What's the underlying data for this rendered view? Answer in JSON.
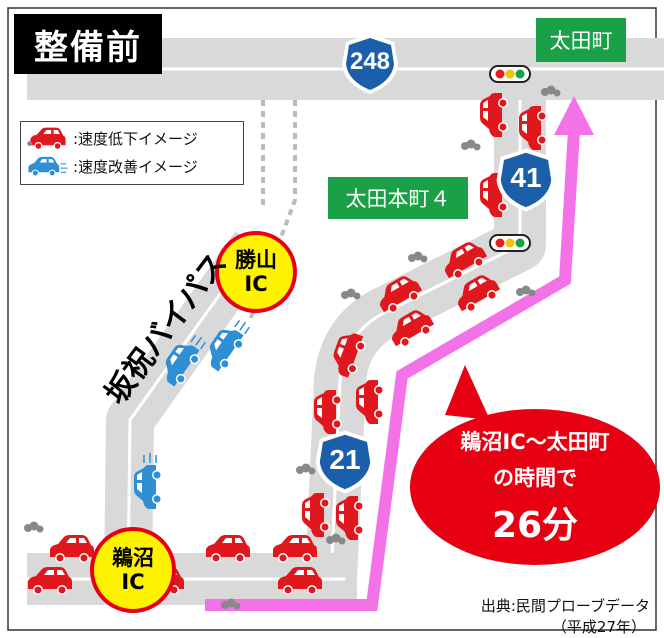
{
  "title": "整備前",
  "route_badges": {
    "r248": "248",
    "r41": "41",
    "r21": "21"
  },
  "labels": {
    "ota_machi": "太田町",
    "ota_honmachi4": "太田本町４",
    "bypass": "坂祝バイパス",
    "katsuyama_ic": [
      "勝山",
      "IC"
    ],
    "unuma_ic": [
      "鵜沼",
      "IC"
    ]
  },
  "legend": {
    "slowdown": ":速度低下イメージ",
    "improved": ":速度改善イメージ"
  },
  "callout": {
    "line1": "鵜沼IC～太田町",
    "line2": "の時間で",
    "line3": "26分"
  },
  "source": {
    "line1": "出典:民間プローブデータ",
    "line2": "（平成27年）"
  },
  "colors": {
    "road": "#d9d9d9",
    "route_badge": "#1b5ea9",
    "green_label": "#1aa046",
    "car_slow": "#e0171d",
    "car_fast": "#2e8fd5",
    "arrow": "#f472e8",
    "ic_circle": "#fff200",
    "callout": "#e60012"
  }
}
